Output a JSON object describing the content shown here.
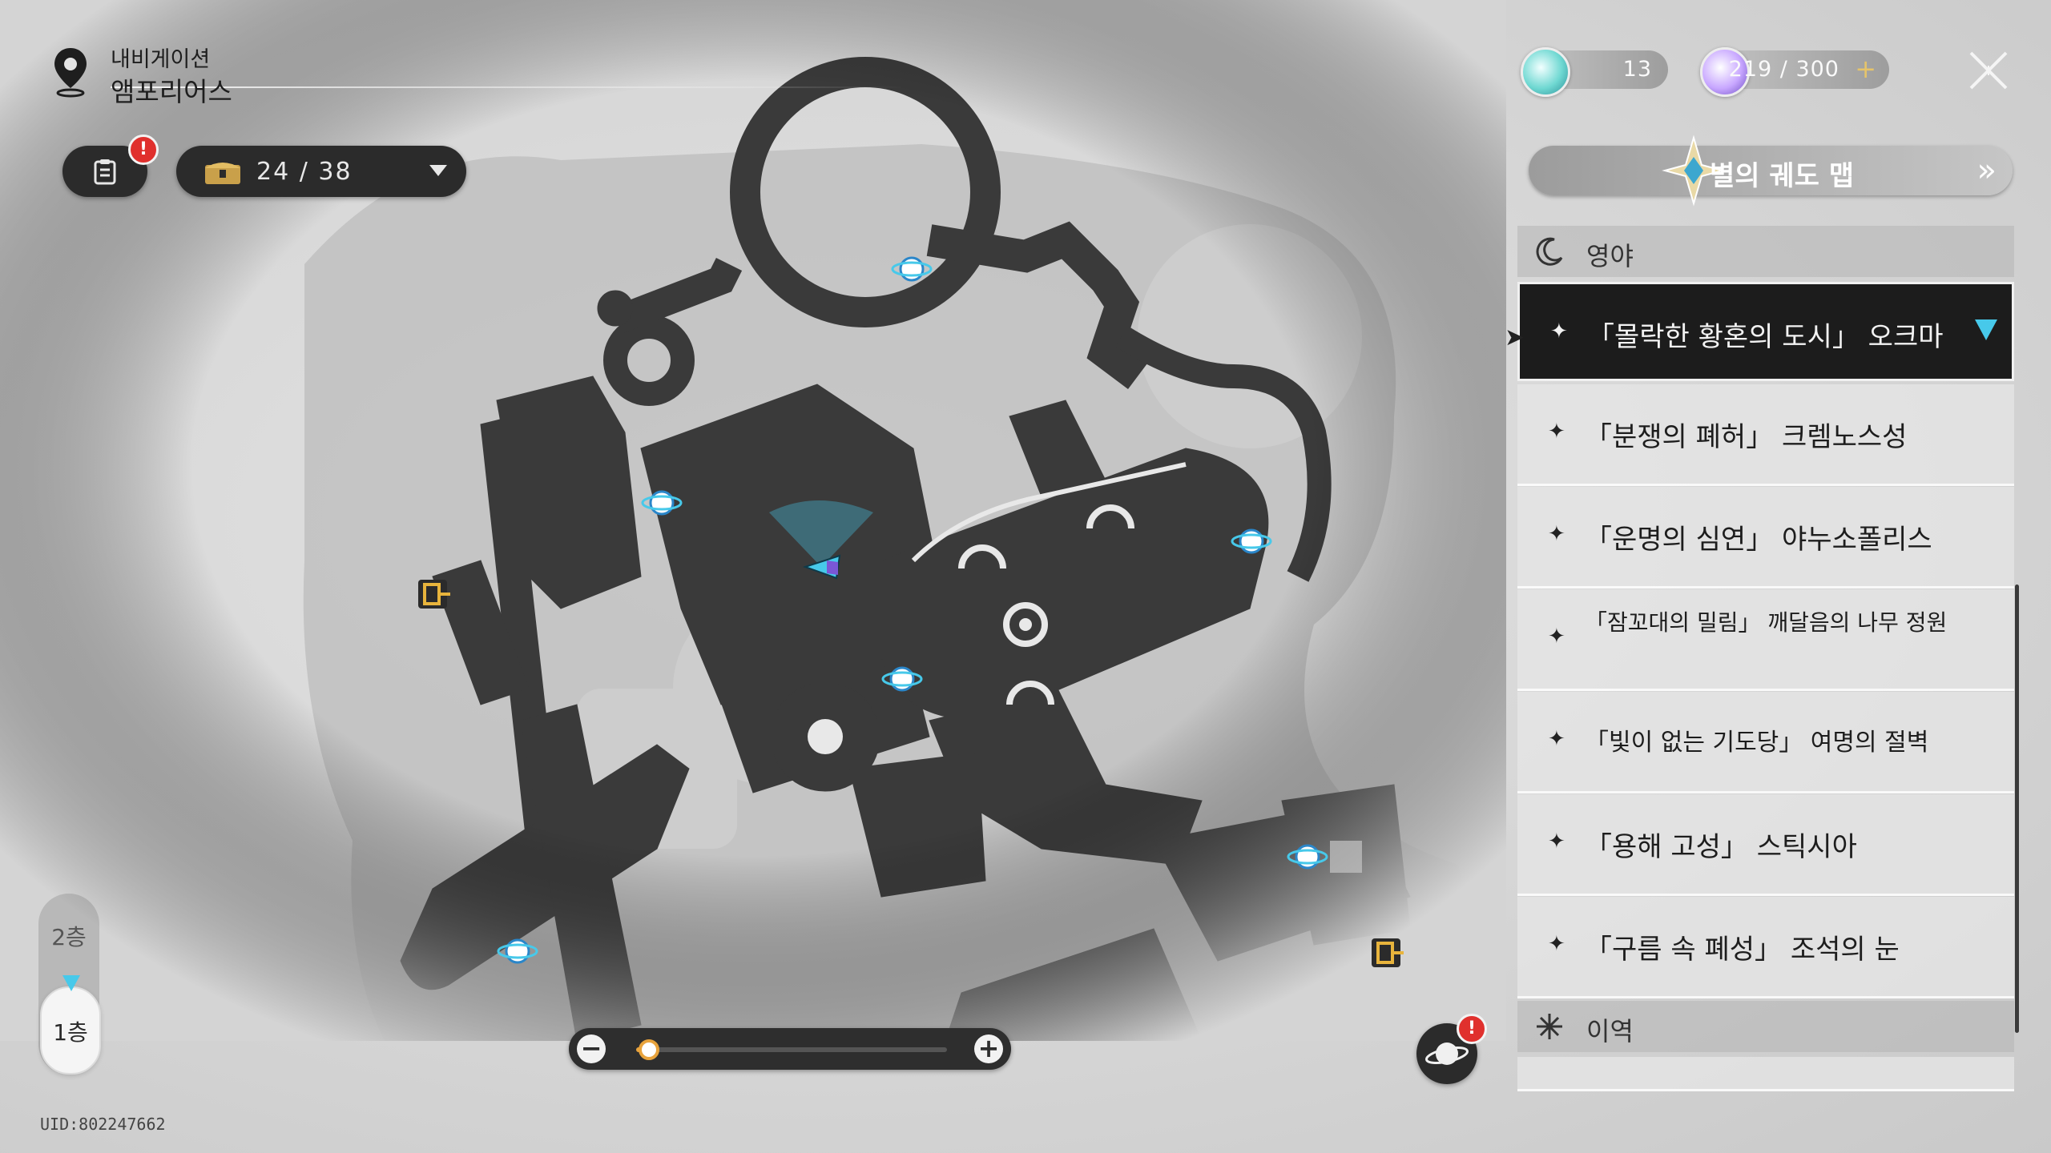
{
  "navigation": {
    "title": "내비게이션",
    "location": "앰포리어스"
  },
  "treasure": {
    "count": "24 / 38"
  },
  "currency": {
    "fuel_count": "13",
    "power": "219 / 300",
    "add_label": "+"
  },
  "star_map": {
    "label": "별의 궤도 맵",
    "chevron": "»"
  },
  "categories": [
    {
      "label": "영야"
    },
    {
      "label": "이역"
    }
  ],
  "areas": [
    {
      "label": "「몰락한 황혼의 도시」 오크마",
      "selected": true
    },
    {
      "label": "「분쟁의 폐허」 크렘노스성"
    },
    {
      "label": "「운명의 심연」 야누소폴리스"
    },
    {
      "label": "「잠꼬대의 밀림」 깨달음의 나무 정원"
    },
    {
      "label": "「빛이 없는 기도당」 여명의 절벽"
    },
    {
      "label": "「용해 고성」 스틱시아"
    },
    {
      "label": "「구름 속 폐성」 조석의 눈"
    }
  ],
  "bullet": "✦",
  "floors": [
    {
      "label": "2층"
    },
    {
      "label": "1층",
      "active": true
    }
  ],
  "zoom": {
    "minus": "−",
    "plus": "+",
    "level": 0.04
  },
  "uid": "UID:802247662",
  "colors": {
    "accent_cyan": "#47c9ea",
    "alert_red": "#e0302d",
    "gold": "#e8a33c",
    "panel_dark": "#1c1c1c"
  },
  "icons": {
    "location": "map-pin-icon",
    "quest": "clipboard-icon",
    "chest": "treasure-chest-icon",
    "close": "close-x-icon",
    "night": "crescent-moon-icon",
    "otherworld": "star-burst-icon",
    "teleport": "space-anchor-icon",
    "exit": "exit-door-icon",
    "player": "player-arrow-icon"
  }
}
